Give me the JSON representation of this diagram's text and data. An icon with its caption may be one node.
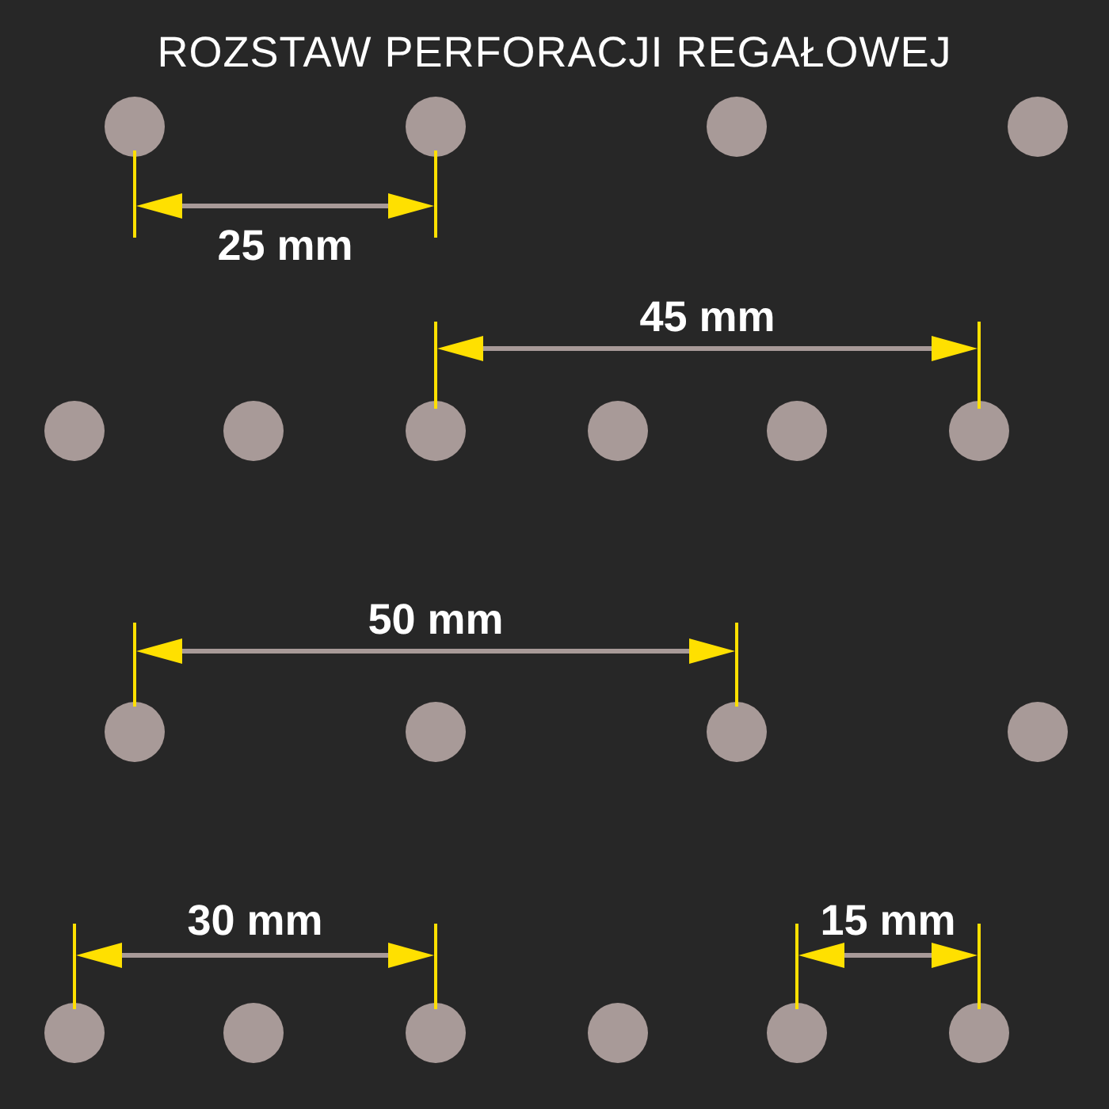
{
  "diagram": {
    "title": "ROZSTAW PERFORACJI REGAŁOWEJ",
    "labels": [
      "25 mm",
      "45 mm",
      "50 mm",
      "30 mm",
      "15 mm"
    ]
  }
}
